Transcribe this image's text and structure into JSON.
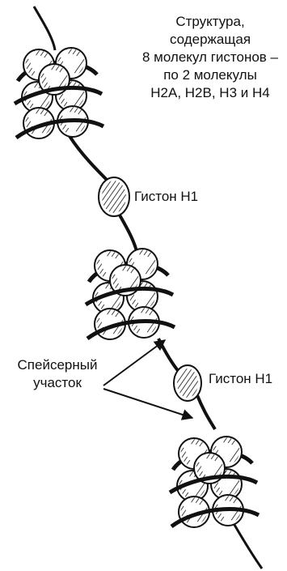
{
  "labels": {
    "octamer": [
      "Структура,",
      "содержащая",
      "8 молекул гистонов –",
      "по 2 молекулы",
      "H2A, H2B, H3 и H4"
    ],
    "histone_h1_upper": "Гистон H1",
    "histone_h1_lower": "Гистон H1",
    "spacer": [
      "Спейсерный",
      "участок"
    ]
  },
  "colors": {
    "ink": "#111111",
    "paper": "#ffffff"
  }
}
